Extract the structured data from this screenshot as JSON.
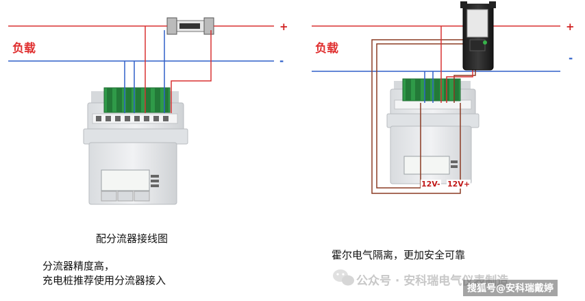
{
  "left_diagram": {
    "load_label": "负载",
    "plus_label": "+",
    "minus_label": "-",
    "caption_title": "配分流器接线图",
    "caption_lines": [
      "分流器精度高，",
      "充电桩推荐使用分流器接入"
    ]
  },
  "right_diagram": {
    "load_label": "负载",
    "plus_label": "+",
    "minus_label": "-",
    "pin_minus": "12V-",
    "pin_plus": "12V+",
    "caption": "霍尔电气隔离，更加安全可靠"
  },
  "watermark": {
    "wechat": "公众号 · 安科瑞电气仪表制造",
    "sohu": "搜狐号@安科瑞戴婷"
  },
  "colors": {
    "positive_line": "#d83030",
    "negative_line": "#2f5fc8",
    "signal_line": "#8a3a22",
    "terminal_green": "#2f9a48",
    "meter_body": "#e6e8ea"
  }
}
